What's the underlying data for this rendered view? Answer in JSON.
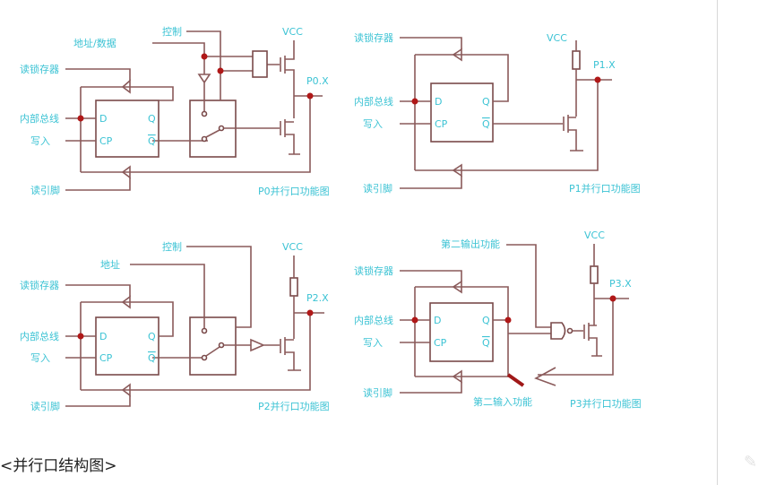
{
  "figure": {
    "p0": {
      "control": "控制",
      "addr_data": "地址/数据",
      "read_latch": "读锁存器",
      "bus": "内部总线",
      "write": "写入",
      "read_pin": "读引脚",
      "vcc": "VCC",
      "port": "P0.X",
      "title": "P0并行口功能图"
    },
    "p1": {
      "read_latch": "读锁存器",
      "bus": "内部总线",
      "write": "写入",
      "read_pin": "读引脚",
      "vcc": "VCC",
      "port": "P1.X",
      "title": "P1并行口功能图"
    },
    "p2": {
      "control": "控制",
      "addr": "地址",
      "read_latch": "读锁存器",
      "bus": "内部总线",
      "write": "写入",
      "read_pin": "读引脚",
      "vcc": "VCC",
      "port": "P2.X",
      "title": "P2并行口功能图"
    },
    "p3": {
      "second_out": "第二输出功能",
      "read_latch": "读锁存器",
      "bus": "内部总线",
      "write": "写入",
      "read_pin": "读引脚",
      "vcc": "VCC",
      "port": "P3.X",
      "second_in": "第二输入功能",
      "title": "P3并行口功能图"
    },
    "pins": {
      "d": "D",
      "cp": "CP",
      "q": "Q",
      "qbar": "Q"
    }
  },
  "caption": "<并行口结构图>",
  "icons": {
    "corner": "pen-icon"
  }
}
